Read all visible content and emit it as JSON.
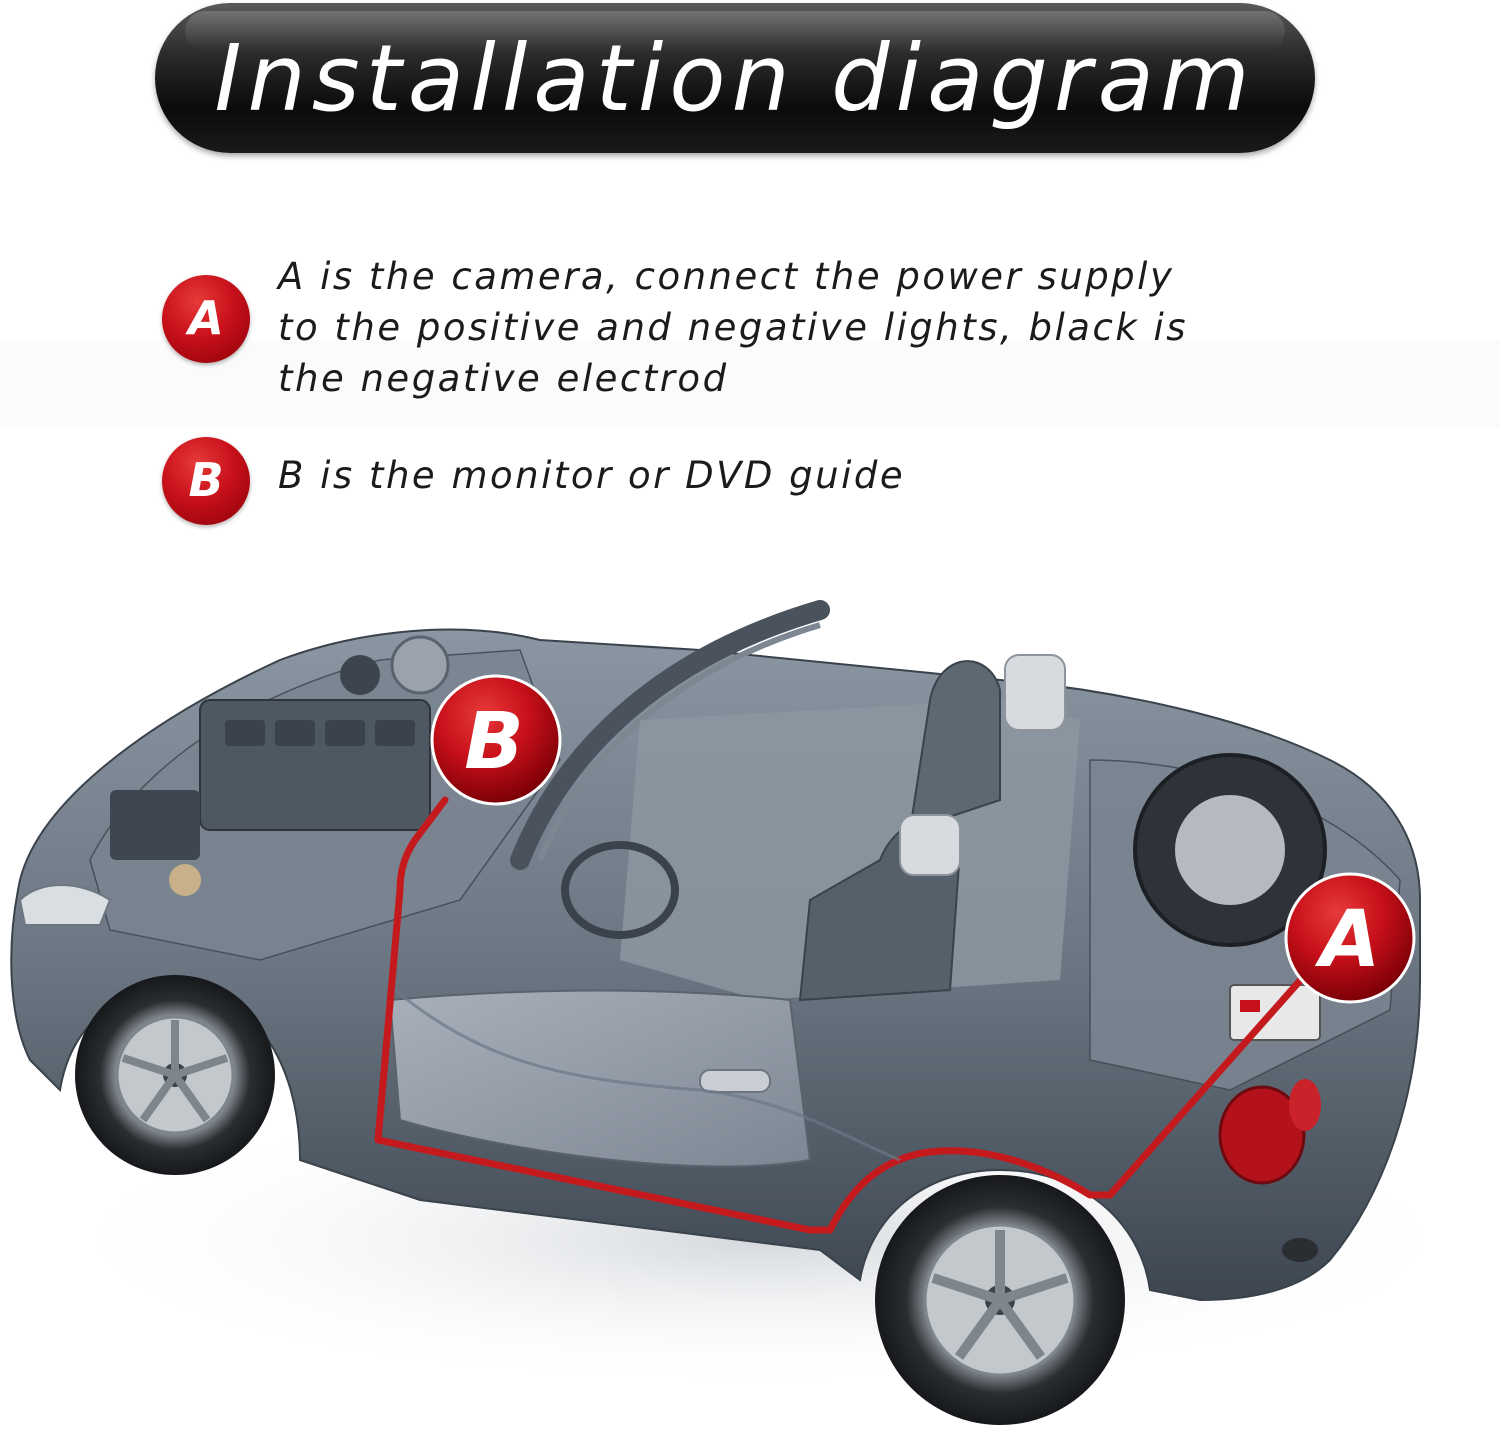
{
  "title": "Installation diagram",
  "legend": [
    {
      "badge": "A",
      "lines": [
        "A is the camera, connect the power supply",
        "to the positive and negative lights, black is",
        "the negative electrod"
      ]
    },
    {
      "badge": "B",
      "lines": [
        "B is the monitor or DVD guide"
      ]
    }
  ],
  "markers": {
    "b": "B",
    "a": "A"
  },
  "colors": {
    "title_pill": "#111111",
    "badge_red": "#c8101a",
    "wire_red": "#c41a1e",
    "car_body": "#6b7682",
    "text": "#1b1b1b"
  }
}
